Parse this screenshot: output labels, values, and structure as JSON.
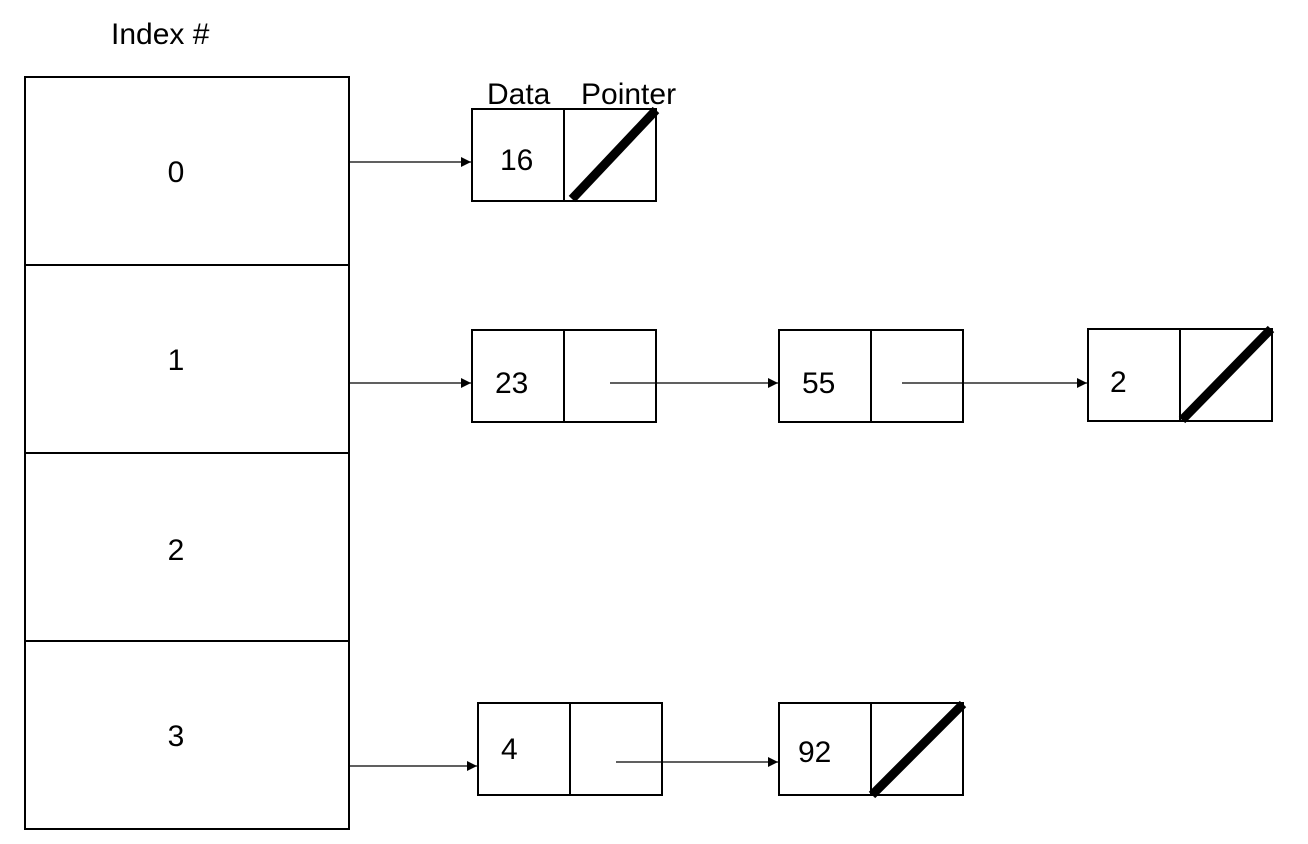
{
  "header": {
    "index_label": "Index #",
    "data_label": "Data",
    "pointer_label": "Pointer"
  },
  "table": {
    "slots": [
      "0",
      "1",
      "2",
      "3"
    ]
  },
  "chains": {
    "slot_0": [
      {
        "data": "16",
        "pointer": "null"
      }
    ],
    "slot_1": [
      {
        "data": "23",
        "pointer": "next"
      },
      {
        "data": "55",
        "pointer": "next"
      },
      {
        "data": "2",
        "pointer": "null"
      }
    ],
    "slot_3": [
      {
        "data": "4",
        "pointer": "next"
      },
      {
        "data": "92",
        "pointer": "null"
      }
    ]
  }
}
